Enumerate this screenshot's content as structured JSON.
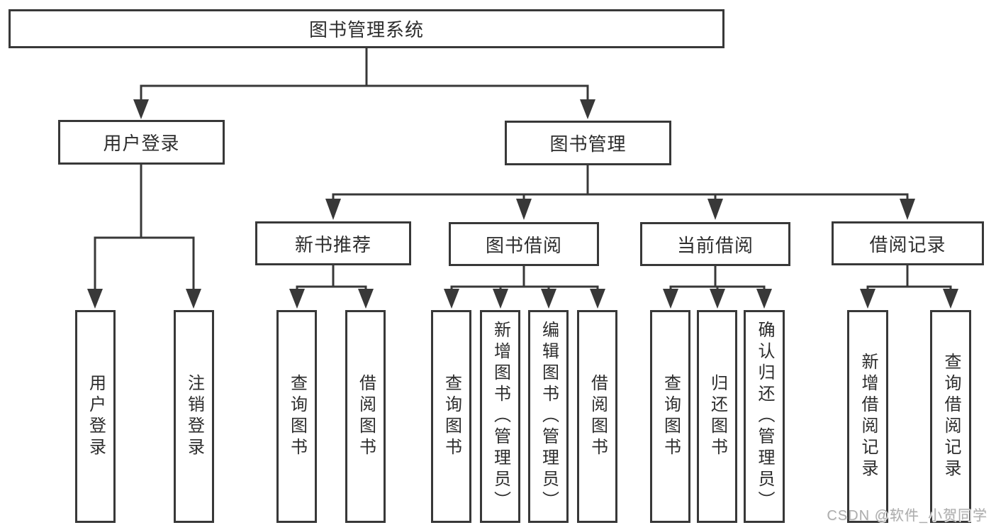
{
  "diagram": {
    "root": {
      "label": "图书管理系统"
    },
    "level2": {
      "user_login": {
        "label": "用户登录"
      },
      "book_mgmt": {
        "label": "图书管理"
      }
    },
    "level3": {
      "new_books": {
        "label": "新书推荐"
      },
      "book_borrow": {
        "label": "图书借阅"
      },
      "current_borrow": {
        "label": "当前借阅"
      },
      "borrow_records": {
        "label": "借阅记录"
      }
    },
    "leaves": {
      "user_login_leaf": {
        "label": "用户登录"
      },
      "logout": {
        "label": "注销登录"
      },
      "nb_query": {
        "label": "查询图书"
      },
      "nb_borrow": {
        "label": "借阅图书"
      },
      "bb_query": {
        "label": "查询图书"
      },
      "bb_add": {
        "label": "新增图书（管理员）"
      },
      "bb_edit": {
        "label": "编辑图书（管理员）"
      },
      "bb_borrow": {
        "label": "借阅图书"
      },
      "cb_query": {
        "label": "查询图书"
      },
      "cb_return": {
        "label": "归还图书"
      },
      "cb_confirm": {
        "label": "确认归还（管理员）"
      },
      "br_add": {
        "label": "新增借阅记录"
      },
      "br_query": {
        "label": "查询借阅记录"
      }
    },
    "watermark": "CSDN @软件_小贺同学",
    "colors": {
      "line": "#383838",
      "text": "#2d2d2d",
      "background": "#ffffff",
      "watermark": "#adadad"
    }
  }
}
